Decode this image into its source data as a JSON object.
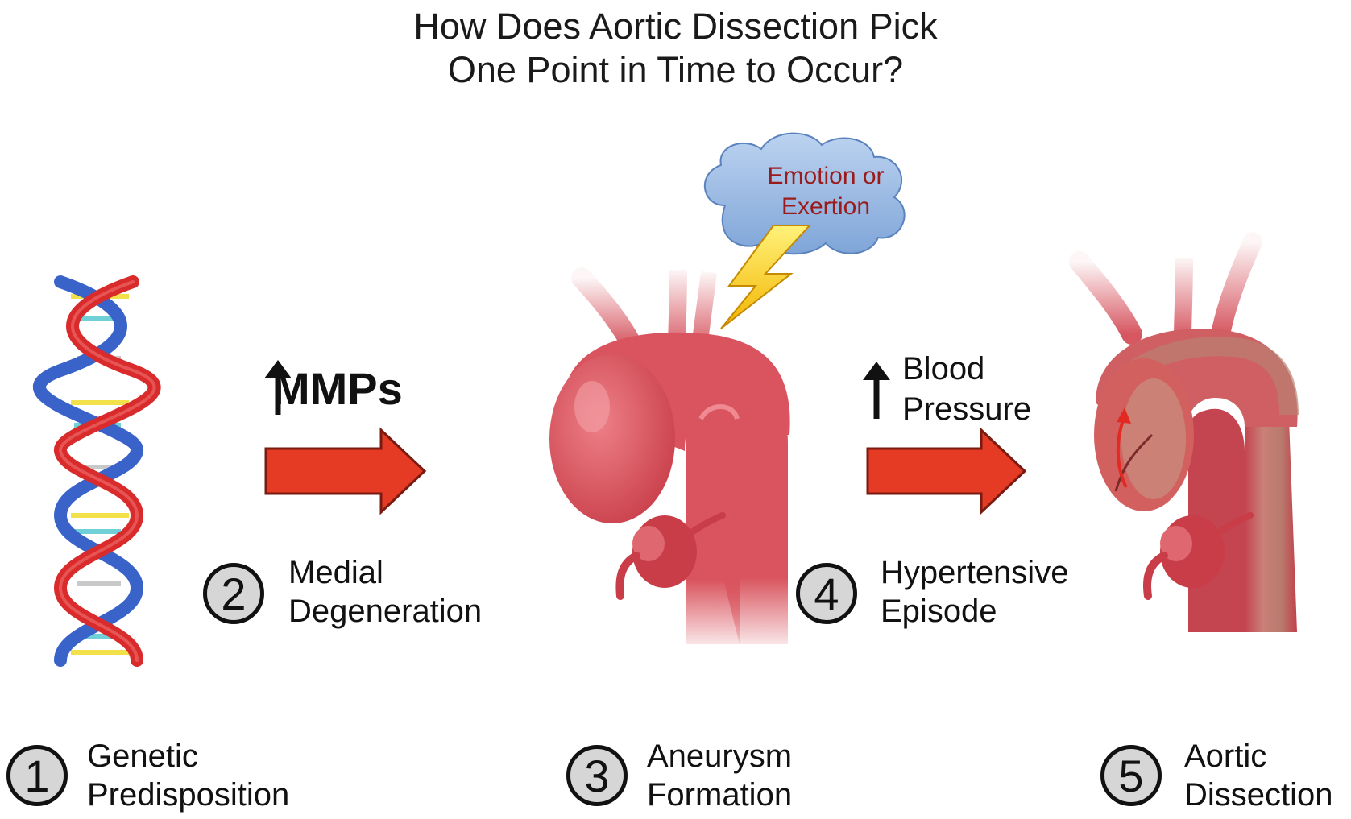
{
  "title": {
    "line1": "How Does Aortic Dissection Pick",
    "line2": "One Point in Time to Occur?"
  },
  "mmps": {
    "label": "MMPs",
    "arrow_icon": "up-arrow-icon"
  },
  "blood_pressure": {
    "line1": "Blood",
    "line2": "Pressure",
    "arrow_icon": "up-arrow-icon"
  },
  "trigger": {
    "line1": "Emotion or",
    "line2": "Exertion",
    "text_color": "#9b1b1b",
    "cloud_color": "#8fb3e0",
    "icon": "lightning-bolt-icon"
  },
  "steps": [
    {
      "number": "1",
      "line1": "Genetic",
      "line2": "Predisposition"
    },
    {
      "number": "2",
      "line1": "Medial",
      "line2": "Degeneration"
    },
    {
      "number": "3",
      "line1": "Aneurysm",
      "line2": "Formation"
    },
    {
      "number": "4",
      "line1": "Hypertensive",
      "line2": "Episode"
    },
    {
      "number": "5",
      "line1": "Aortic",
      "line2": "Dissection"
    }
  ],
  "colors": {
    "flow_arrow": "#e53a24",
    "aorta": "#d9545e",
    "dna_red": "#d92b2b",
    "dna_blue": "#3a63c9",
    "badge_fill": "#d6d6d6"
  }
}
